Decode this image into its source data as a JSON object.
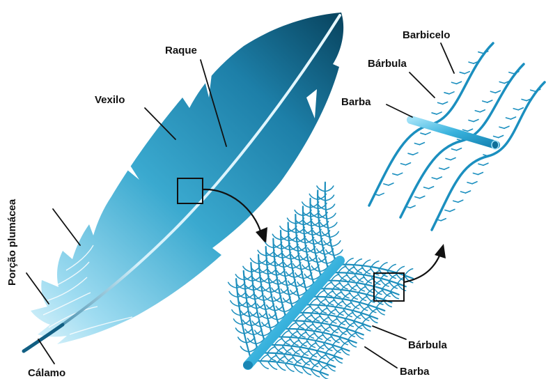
{
  "labels": {
    "raque": "Raque",
    "vexilo": "Vexilo",
    "porcao_plumacea": "Porção plumácea",
    "calamo": "Cálamo",
    "barbicelo": "Barbicelo",
    "barbula_top": "Bárbula",
    "barba_top": "Barba",
    "barbula_bottom": "Bárbula",
    "barba_bottom": "Barba"
  },
  "colors": {
    "feather_dark": "#0a5a7e",
    "feather_mid": "#2a97bf",
    "feather_light": "#bfeaf8",
    "barb_blue": "#1b8fbf",
    "barb_light": "#6ccbec",
    "text": "#111111"
  }
}
